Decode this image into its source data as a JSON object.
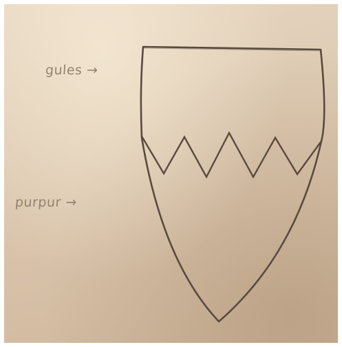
{
  "annotations": {
    "gules": "gules →",
    "purpure": "purpur →"
  },
  "colors": {
    "paper": "#dcc8b0",
    "pencil": "#5a4a3e",
    "annotation_ink": "#8a7a68"
  },
  "icons": {
    "shield": "heraldic-shield-outline",
    "division": "dancetty-zigzag-line"
  }
}
